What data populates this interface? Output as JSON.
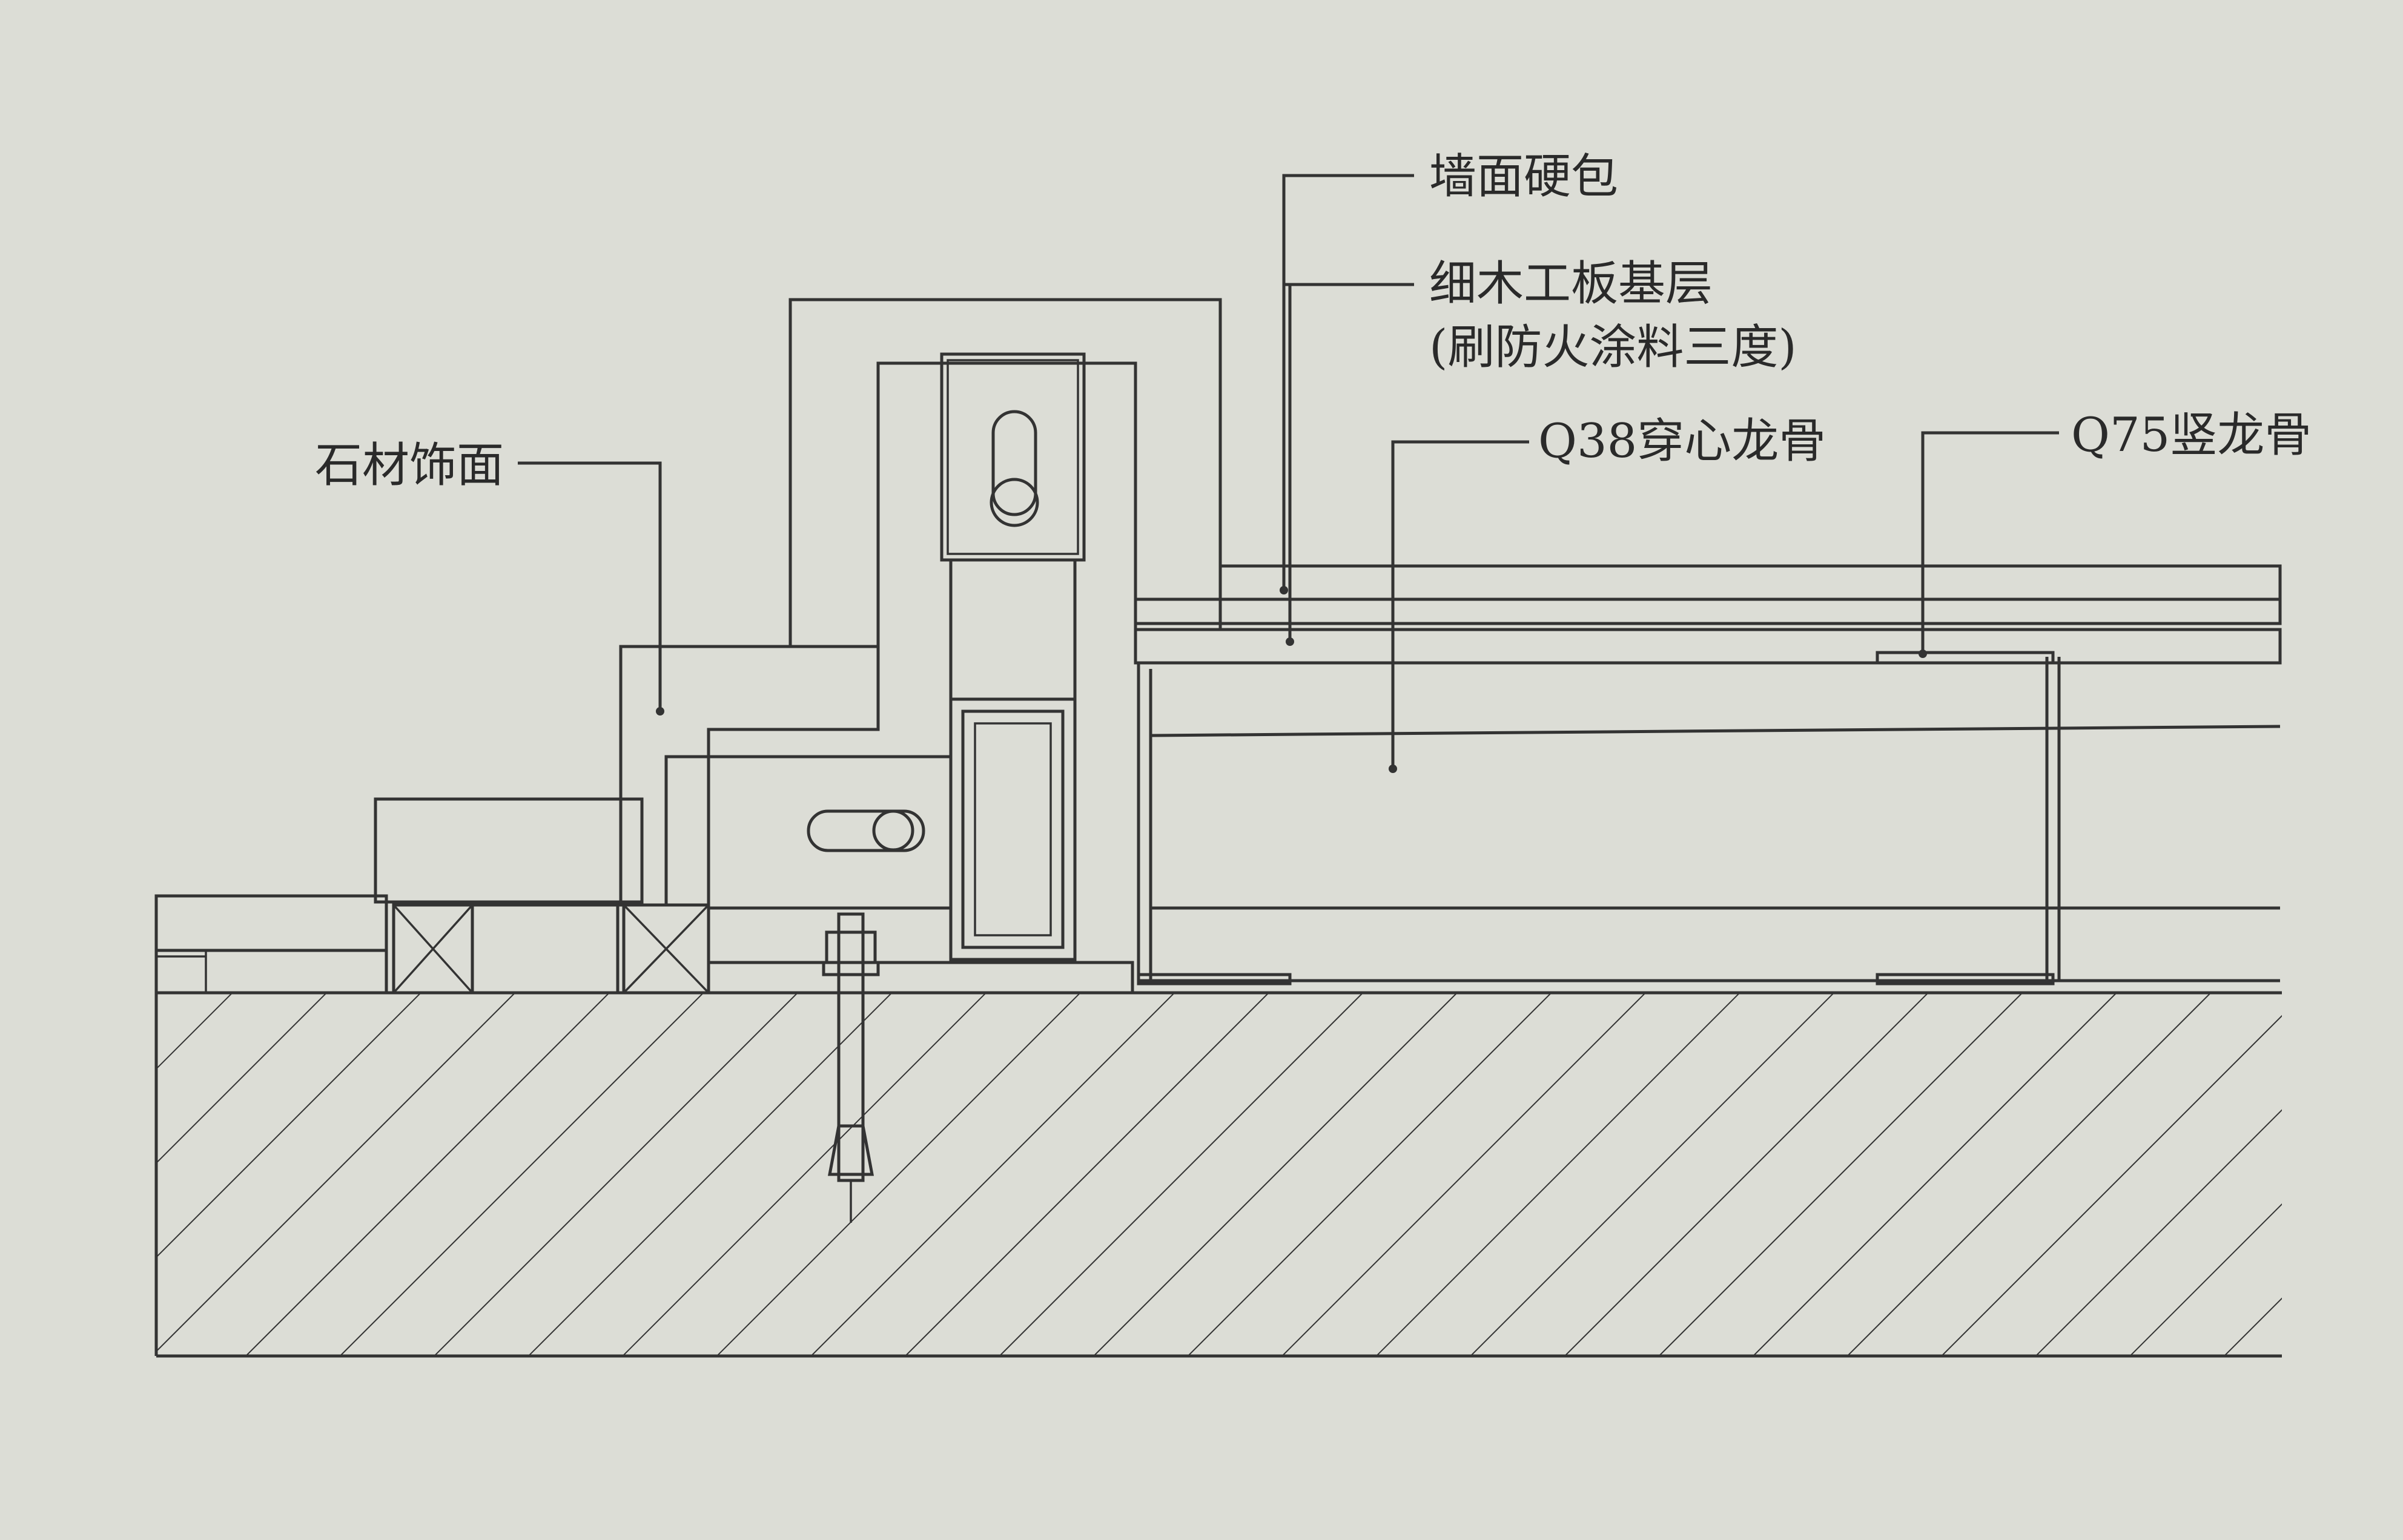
{
  "labels": {
    "wall_hard_wrap": "墙面硬包",
    "blockboard_base_line1": "细木工板基层",
    "blockboard_base_line2": "(刷防火涂料三度)",
    "q38_runner": "Q38穿心龙骨",
    "q75_stud": "Q75竖龙骨",
    "stone_finish": "石材饰面"
  },
  "colors": {
    "paper": "#dcddd6",
    "ink": "#333333"
  }
}
